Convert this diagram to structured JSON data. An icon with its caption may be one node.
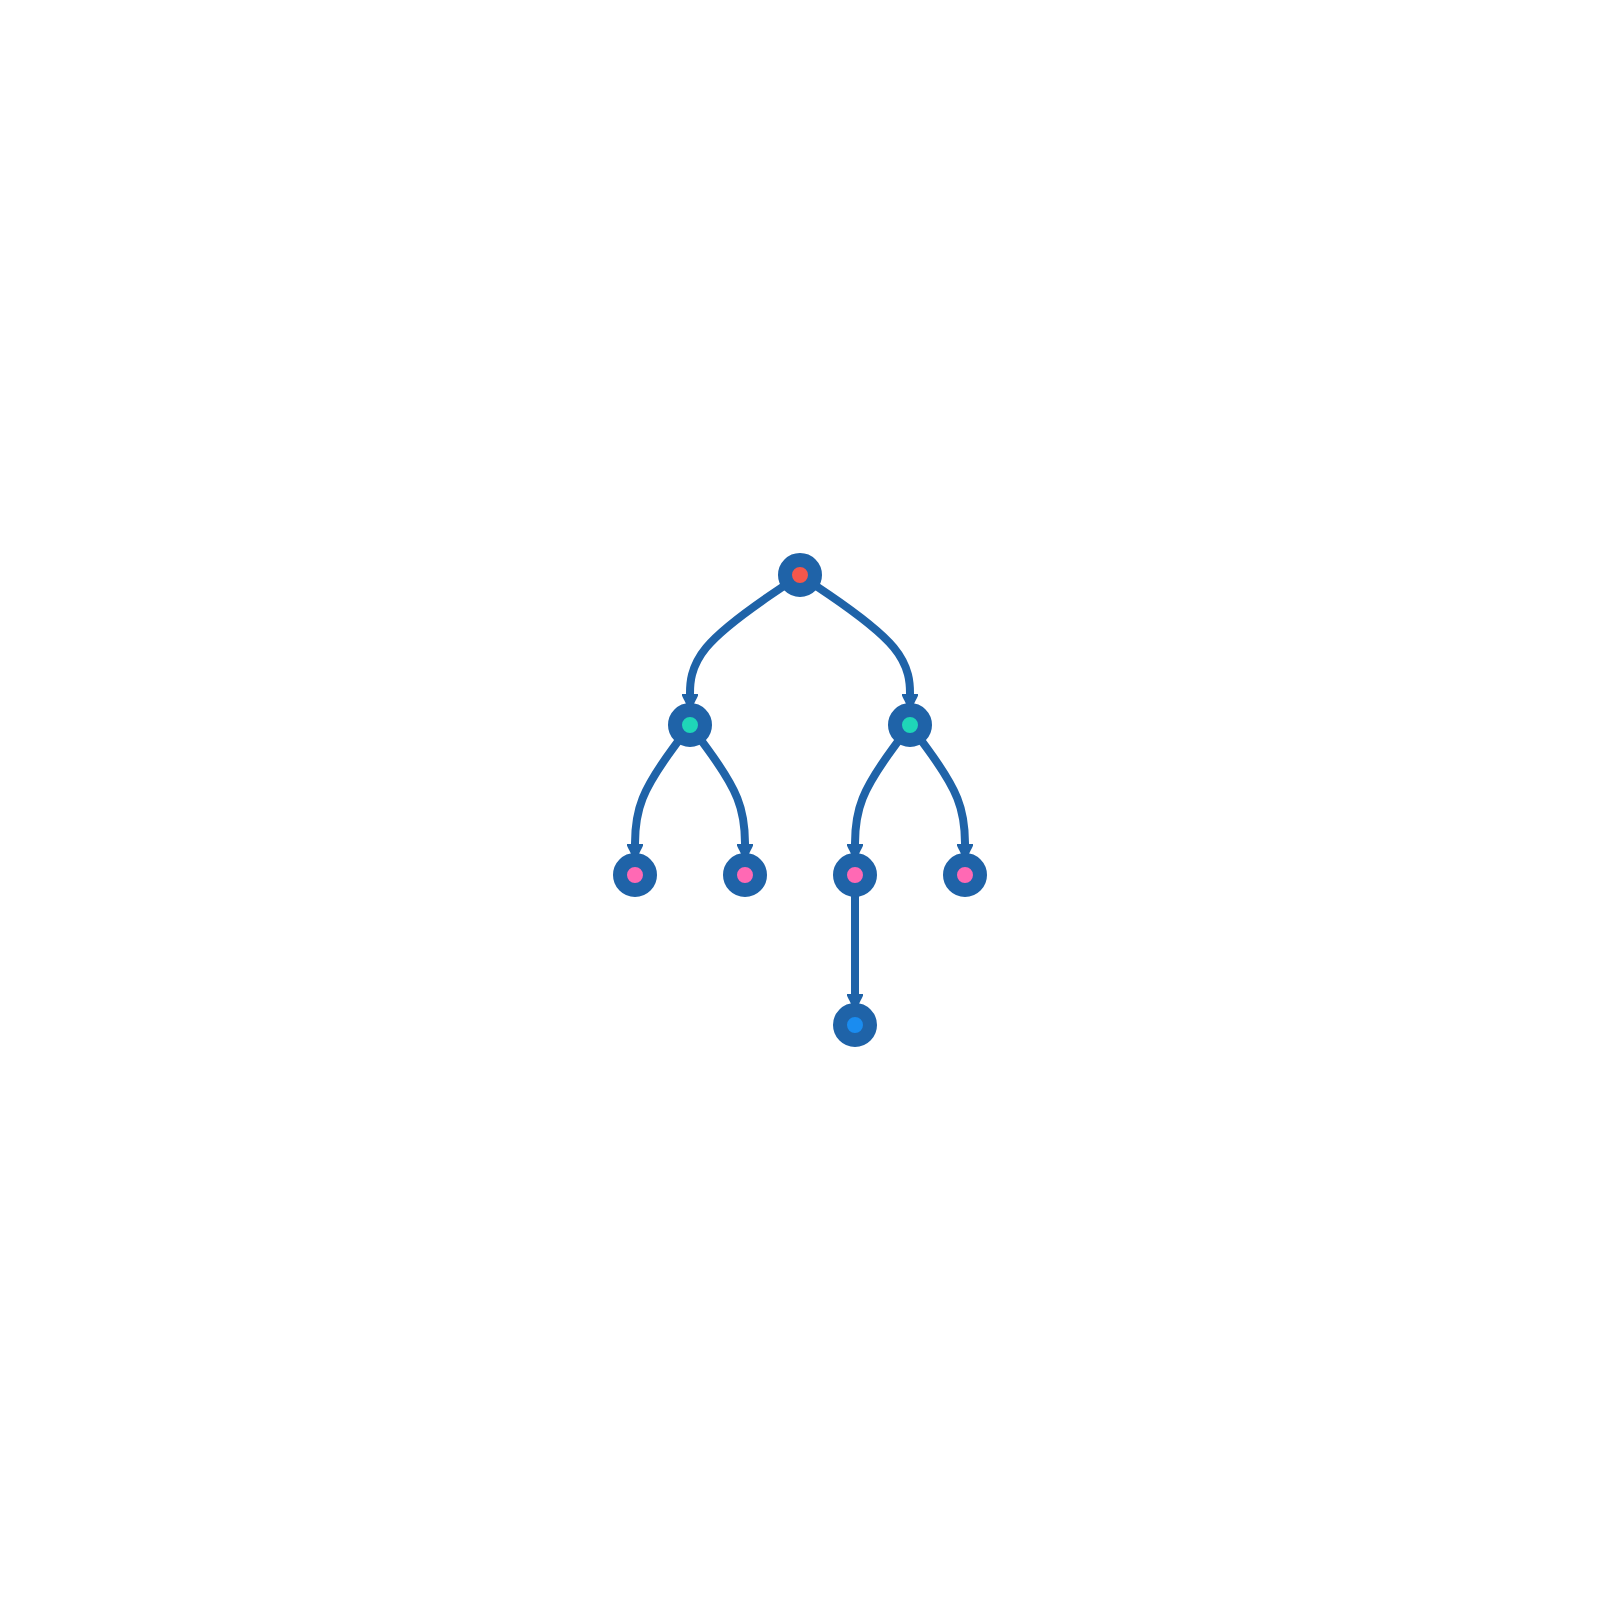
{
  "diagram": {
    "nodes": [
      {
        "text": [],
        "shape": "circle"
      },
      {
        "text": [],
        "shape": "circle"
      },
      {
        "text": [],
        "shape": "circle"
      },
      {
        "text": [],
        "shape": "circle"
      },
      {
        "text": [],
        "shape": "circle"
      },
      {
        "text": [],
        "shape": "circle"
      },
      {
        "text": [],
        "shape": "circle"
      },
      {
        "text": [],
        "shape": "circle"
      }
    ],
    "edges": [
      {
        "from": 0,
        "to": 1,
        "arrow": "to"
      },
      {
        "from": 0,
        "to": 2,
        "arrow": "to"
      },
      {
        "from": 1,
        "to": 3,
        "arrow": "to"
      },
      {
        "from": 1,
        "to": 4,
        "arrow": "to"
      },
      {
        "from": 2,
        "to": 5,
        "arrow": "to"
      },
      {
        "from": 2,
        "to": 6,
        "arrow": "to"
      },
      {
        "from": 5,
        "to": 7,
        "arrow": "to"
      }
    ]
  }
}
